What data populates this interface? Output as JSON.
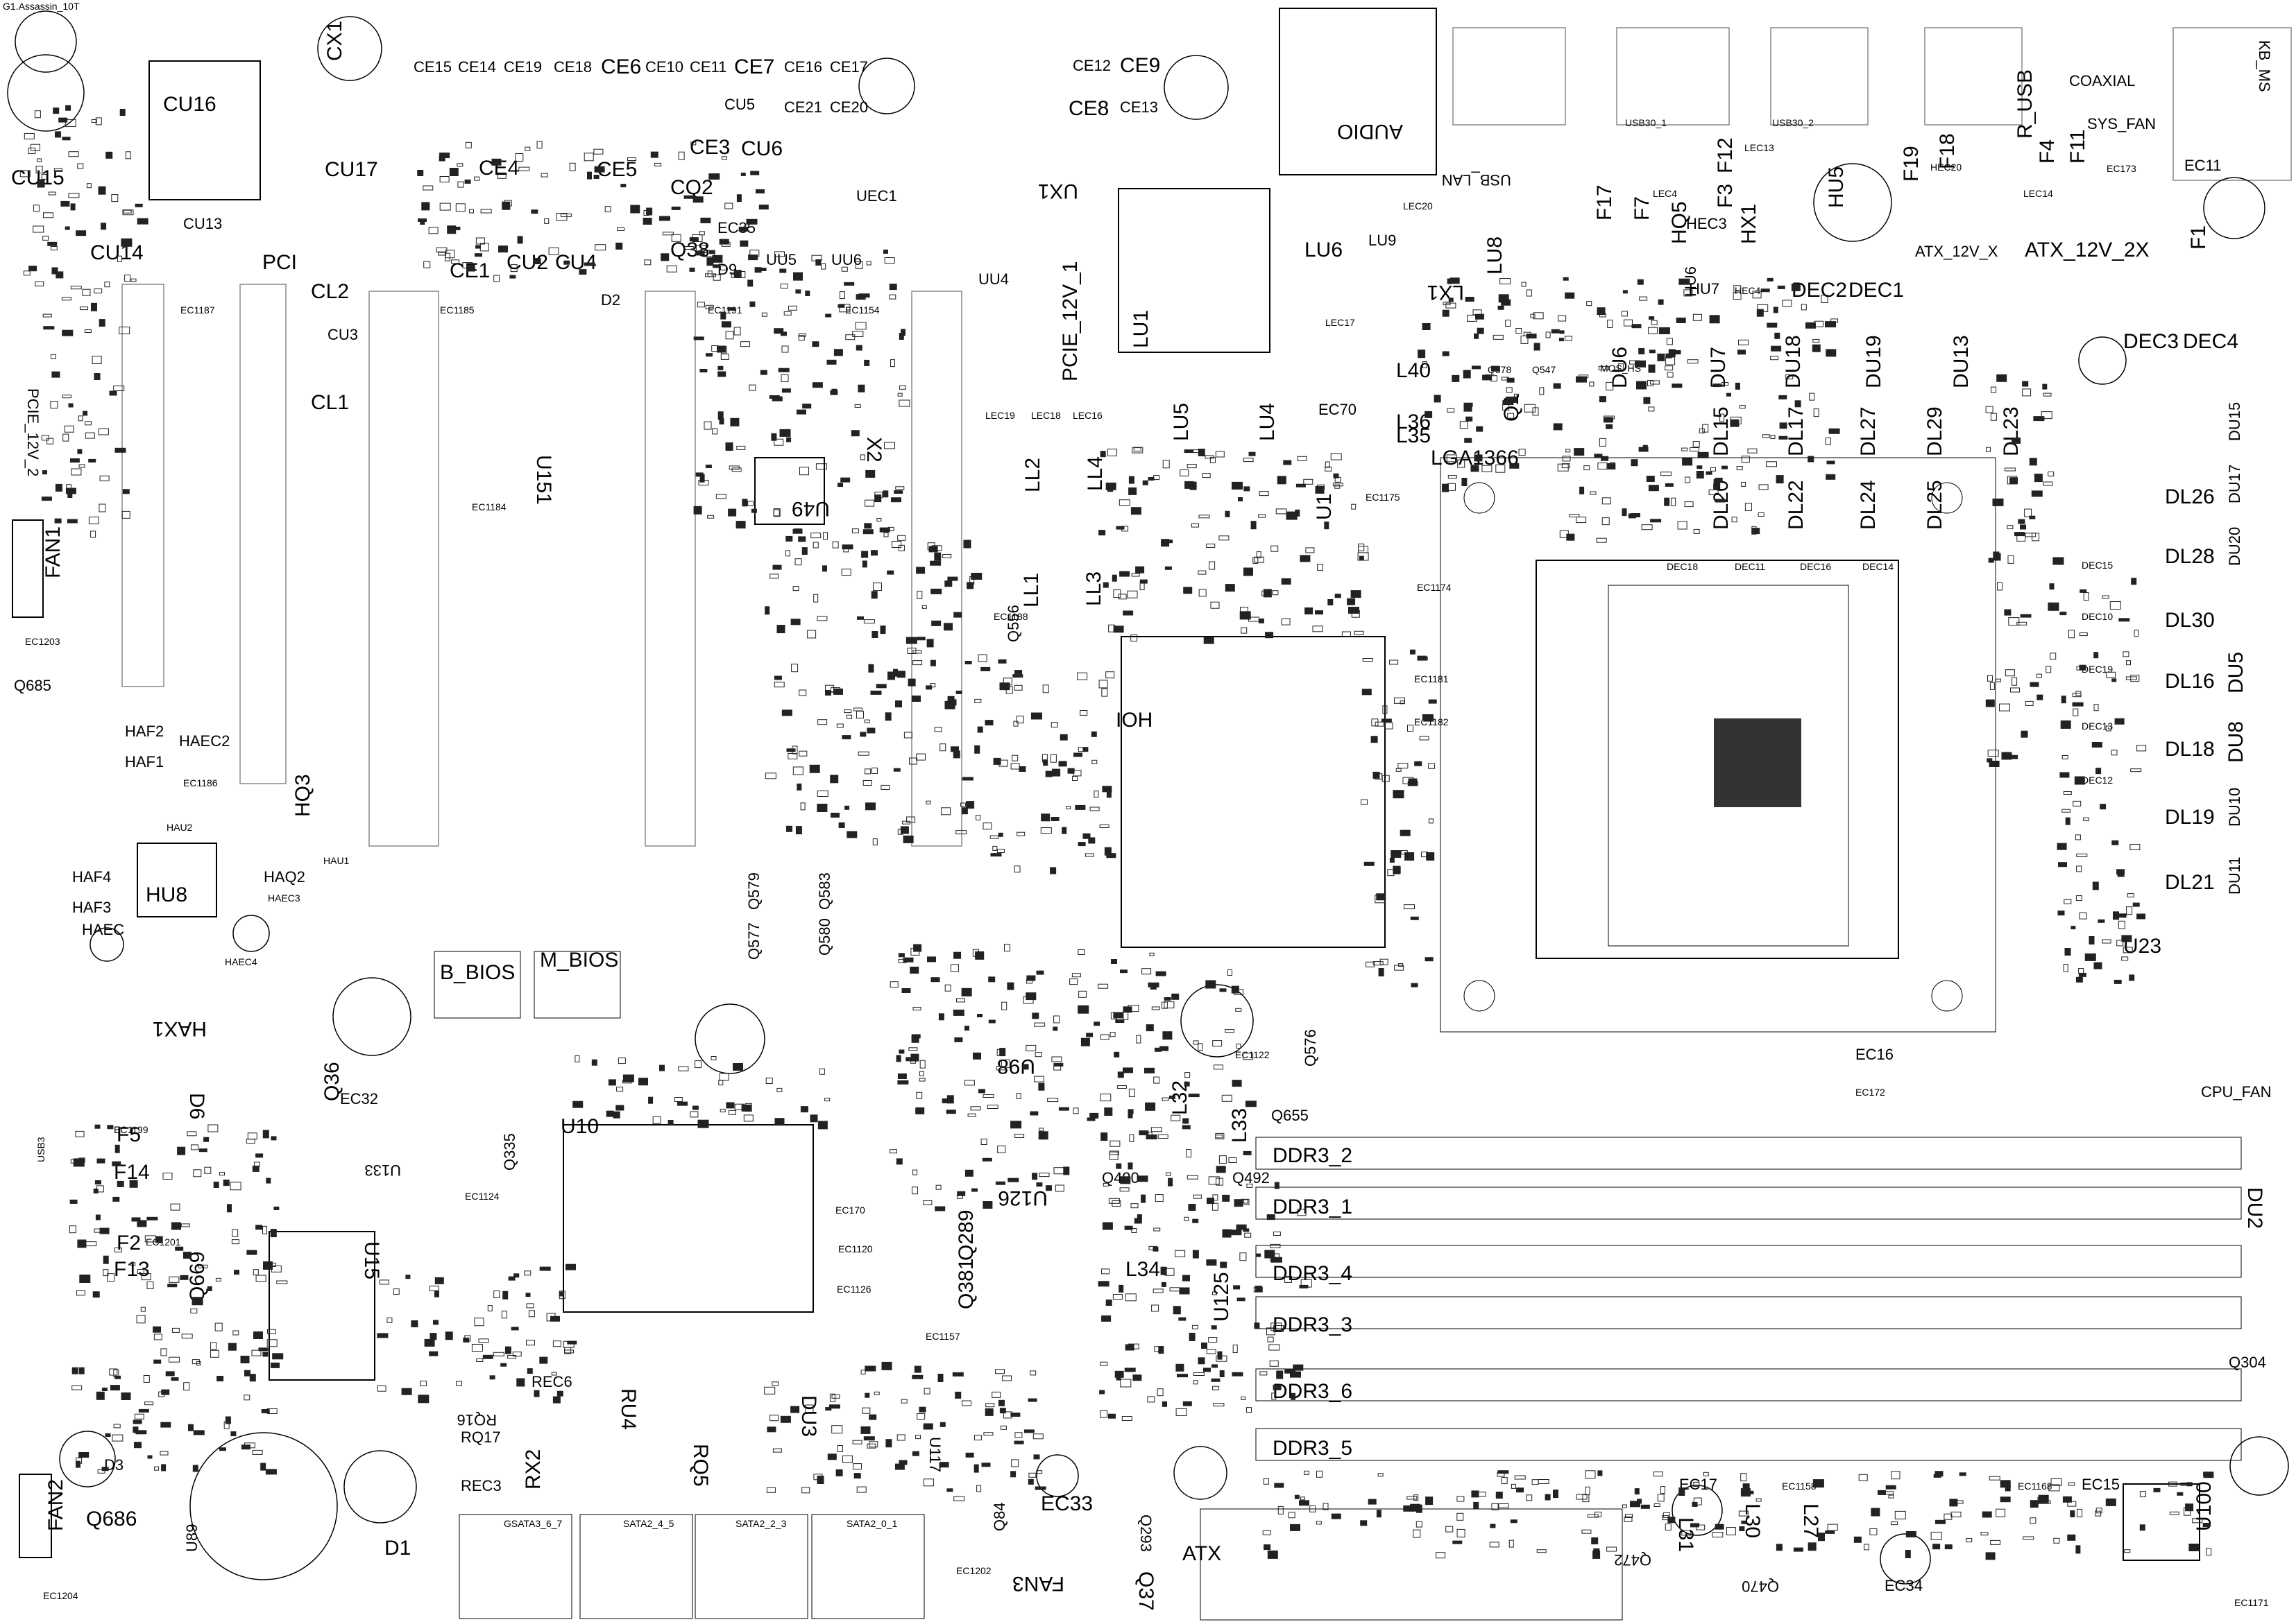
{
  "title": "G1.Assassin_10T",
  "labels": {
    "cu16": "CU16",
    "cx1": "CX1",
    "cu17": "CU17",
    "cu15": "CU15",
    "cu14": "CU14",
    "cu13": "CU13",
    "pci": "PCI",
    "cl2": "CL2",
    "cl1": "CL1",
    "cu3": "CU3",
    "cu2": "CU2",
    "cu4": "CU4",
    "ce1": "CE1",
    "ce4": "CE4",
    "ce5": "CE5",
    "cq2": "CQ2",
    "q38": "Q38",
    "ce3": "CE3",
    "cu6": "CU6",
    "cu5": "CU5",
    "ce7": "CE7",
    "ce6": "CE6",
    "ce8": "CE8",
    "ce9": "CE9",
    "ce12": "CE12",
    "ce13": "CE13",
    "ce15": "CE15",
    "ce14": "CE14",
    "ce19": "CE19",
    "ce18": "CE18",
    "ce10": "CE10",
    "ce11": "CE11",
    "ce16": "CE16",
    "ce17": "CE17",
    "ce21": "CE21",
    "ce20": "CE20",
    "audio": "AUDIO",
    "ux1": "UX1",
    "uec1": "UEC1",
    "ec35": "EC35",
    "uu5": "UU5",
    "uu6": "UU6",
    "d9": "D9",
    "d2": "D2",
    "uu4": "UU4",
    "pcie_12v_1": "PCIE_12V_1",
    "lu1": "LU1",
    "lu6": "LU6",
    "lu9": "LU9",
    "lu8": "LU8",
    "lx1": "LX1",
    "usb_lan": "USB_LAN",
    "lec20": "LEC20",
    "lec17": "LEC17",
    "l40": "L40",
    "l36": "L36",
    "l35": "L35",
    "lga1366": "LGA1366",
    "q578": "Q578",
    "q547": "Q547",
    "q1": "Q1",
    "mos_hs": "MOS_HS",
    "ec70": "EC70",
    "lu5": "LU5",
    "lu4": "LU4",
    "u1": "U1",
    "ioh": "IOH",
    "lec19": "LEC19",
    "lec18": "LEC18",
    "lec16": "LEC16",
    "ll2": "LL2",
    "ll4": "LL4",
    "ll1": "LL1",
    "ll3": "LL3",
    "q556": "Q556",
    "x2": "X2",
    "u49": "U49",
    "u151": "U151",
    "usb30_1": "USB30_1",
    "usb30_2": "USB30_2",
    "coaxial": "COAXIAL",
    "kb_ms": "KB_MS",
    "r_usb": "R_USB",
    "sys_fan": "SYS_FAN",
    "f17": "F17",
    "f7": "F7",
    "f12": "F12",
    "f3": "F3",
    "f19": "F19",
    "f18": "F18",
    "f4": "F4",
    "f11": "F11",
    "f1": "F1",
    "hq5": "HQ5",
    "hx1": "HX1",
    "hu5": "HU5",
    "hec3": "HEC3",
    "hec4": "HEC4",
    "lec4": "LEC4",
    "lec13": "LEC13",
    "lec14": "LEC14",
    "hec20": "HEC20",
    "ec11": "EC11",
    "ec173": "EC173",
    "hu6": "HU6",
    "hu7": "HU7",
    "dec2": "DEC2",
    "dec1": "DEC1",
    "atx_12v_2x": "ATX_12V_2X",
    "atx_12v_x": "ATX_12V_X",
    "dec3": "DEC3",
    "dec4": "DEC4",
    "du6": "DU6",
    "du7": "DU7",
    "du18": "DU18",
    "du19": "DU19",
    "du13": "DU13",
    "dl15": "DL15",
    "dl17": "DL17",
    "dl27": "DL27",
    "dl29": "DL29",
    "dl23": "DL23",
    "dl20": "DL20",
    "dl22": "DL22",
    "dl24": "DL24",
    "dl25": "DL25",
    "dec18": "DEC18",
    "dec11": "DEC11",
    "dec16": "DEC16",
    "dec14": "DEC14",
    "dl26": "DL26",
    "dl28": "DL28",
    "dl30": "DL30",
    "dl16": "DL16",
    "dl18": "DL18",
    "dl19": "DL19",
    "dl21": "DL21",
    "du15": "DU15",
    "du17": "DU17",
    "du20": "DU20",
    "du5": "DU5",
    "du8": "DU8",
    "du10": "DU10",
    "du11": "DU11",
    "dec15": "DEC15",
    "dec10": "DEC10",
    "dec19": "DEC19",
    "dec13": "DEC13",
    "dec12": "DEC12",
    "u23": "U23",
    "ec16": "EC16",
    "ec172": "EC172",
    "cpu_fan": "CPU_FAN",
    "du2": "DU2",
    "ddr3_2": "DDR3_2",
    "ddr3_1": "DDR3_1",
    "ddr3_4": "DDR3_4",
    "ddr3_3": "DDR3_3",
    "ddr3_6": "DDR3_6",
    "ddr3_5": "DDR3_5",
    "q304": "Q304",
    "q492": "Q492",
    "q490": "Q490",
    "l32": "L32",
    "l33": "L33",
    "l34": "L34",
    "q655": "Q655",
    "q576": "Q576",
    "u98": "U98",
    "u126": "U126",
    "u125": "U125",
    "ec170": "EC170",
    "q289": "Q289",
    "q381": "Q381",
    "u10": "U10",
    "q335": "Q335",
    "b_bios": "B_BIOS",
    "m_bios": "M_BIOS",
    "q577": "Q577",
    "q579": "Q579",
    "q580": "Q580",
    "q583": "Q583",
    "fan1": "FAN1",
    "q685": "Q685",
    "haf2": "HAF2",
    "haf1": "HAF1",
    "haec2": "HAEC2",
    "hq3": "HQ3",
    "hau2": "HAU2",
    "haf4": "HAF4",
    "hu8": "HU8",
    "haq2": "HAQ2",
    "haec3": "HAEC3",
    "hau1": "HAU1",
    "haf3": "HAF3",
    "haec": "HAEC",
    "haec4": "HAEC4",
    "hax1": "HAX1",
    "q36": "Q36",
    "ec32": "EC32",
    "d6": "D6",
    "f5": "F5",
    "f14": "F14",
    "f2": "F2",
    "f13": "F13",
    "q669": "Q669",
    "u15": "U15",
    "u133": "U133",
    "fan2": "FAN2",
    "q686": "Q686",
    "d3": "D3",
    "d1": "D1",
    "u89": "U89",
    "rec6": "REC6",
    "rq16": "RQ16",
    "rq17": "RQ17",
    "rec3": "REC3",
    "rx2": "RX2",
    "ru4": "RU4",
    "rq5": "RQ5",
    "du3": "DU3",
    "u117": "U117",
    "q84": "Q84",
    "ec33": "EC33",
    "fan3": "FAN3",
    "q37": "Q37",
    "q293": "Q293",
    "atx": "ATX",
    "l31": "L31",
    "ec17": "EC17",
    "l30": "L30",
    "l27": "L27",
    "q470": "Q470",
    "q472": "Q472",
    "ec34": "EC34",
    "ec15": "EC15",
    "u100": "U100",
    "pcie_12v_2": "PCIE_12V_2",
    "sata3_6_7": "GSATA3_6_7",
    "sata2_4_5": "SATA2_4_5",
    "sata2_2_3": "SATA2_2_3",
    "sata2_0_1": "SATA2_0_1",
    "usb3": "USB3",
    "ec1187": "EC1187",
    "ec1185": "EC1185",
    "ec1191": "EC1191",
    "ec1154": "EC1154",
    "ec1186": "EC1186",
    "ec1188": "EC1188",
    "ec1184": "EC1184",
    "ec1175": "EC1175",
    "ec1174": "EC1174",
    "ec1181": "EC1181",
    "ec1182": "EC1182",
    "ec1122": "EC1122",
    "ec1120": "EC1120",
    "ec1199": "EC1199",
    "ec1201": "EC1201",
    "ec1203": "EC1203",
    "ec1204": "EC1204",
    "ec1124": "EC1124",
    "ec1157": "EC1157",
    "ec1158": "EC1158",
    "ec1168": "EC1168",
    "ec1171": "EC1171",
    "ec1202": "EC1202",
    "ec1126": "EC1126"
  }
}
